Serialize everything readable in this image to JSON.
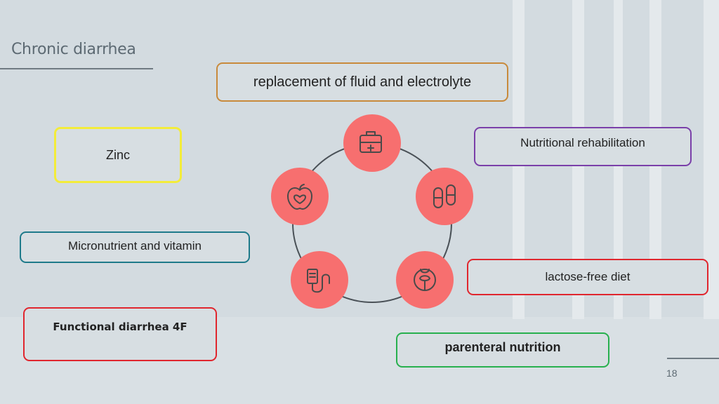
{
  "slide": {
    "title": "Chronic diarrhea",
    "page_number": "18"
  },
  "boxes": {
    "fluid": "replacement of fluid and electrolyte",
    "zinc": "Zinc",
    "nutritional": "Nutritional rehabilitation",
    "micronutrient": "Micronutrient and vitamin",
    "lactose": "lactose-free diet",
    "functional": "Functional diarrhea 4F",
    "parenteral": "parenteral nutrition"
  },
  "cycle": {
    "node_icons": [
      "first-aid-kit-icon",
      "pills-icon",
      "joint-icon",
      "iv-drip-icon",
      "apple-heart-icon"
    ]
  },
  "colors": {
    "node_fill": "#f76f6f",
    "ring": "#4a5157",
    "fluid_border": "#c88a3c",
    "zinc_border": "#f3ec3a",
    "nutritional_border": "#7a3fa9",
    "micronutrient_border": "#1e7a8a",
    "lactose_border": "#e0262e",
    "functional_border": "#e0262e",
    "parenteral_border": "#27b04e"
  }
}
